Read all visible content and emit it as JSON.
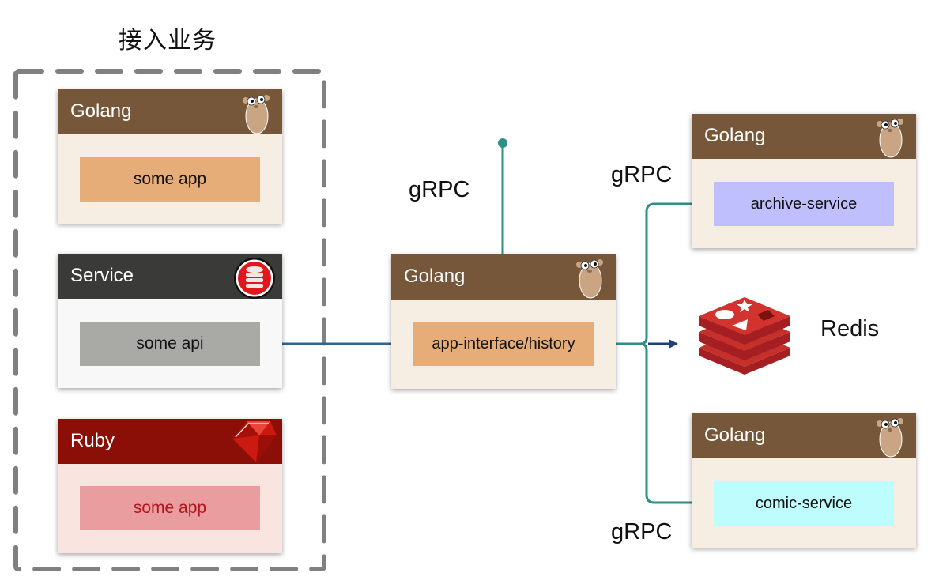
{
  "group": {
    "title": "接入业务"
  },
  "colors": {
    "golang_header": "#77573a",
    "golang_body": "#f6eee2",
    "service_header": "#3a3a38",
    "service_body": "#f8f8f8",
    "ruby_header": "#8b0f07",
    "ruby_body": "#f9e4df",
    "connector_teal": "#2f8f84",
    "connector_blue": "#2f6390",
    "redis_red": "#c6302b",
    "dashed_border": "#808080"
  },
  "clients": [
    {
      "lang": "Golang",
      "app": "some app",
      "logo": "gopher-icon"
    },
    {
      "lang": "Service",
      "app": "some api",
      "logo": "database-icon"
    },
    {
      "lang": "Ruby",
      "app": "some app",
      "logo": "ruby-icon"
    }
  ],
  "gateway": {
    "lang": "Golang",
    "app": "app-interface/history",
    "logo": "gopher-icon"
  },
  "backends": [
    {
      "lang": "Golang",
      "app": "archive-service",
      "logo": "gopher-icon"
    },
    {
      "lang": "Golang",
      "app": "comic-service",
      "logo": "gopher-icon"
    }
  ],
  "storage": {
    "name": "Redis",
    "logo": "redis-icon"
  },
  "edge_labels": {
    "inbound": "gRPC",
    "to_archive": "gRPC",
    "to_comic": "gRPC"
  }
}
